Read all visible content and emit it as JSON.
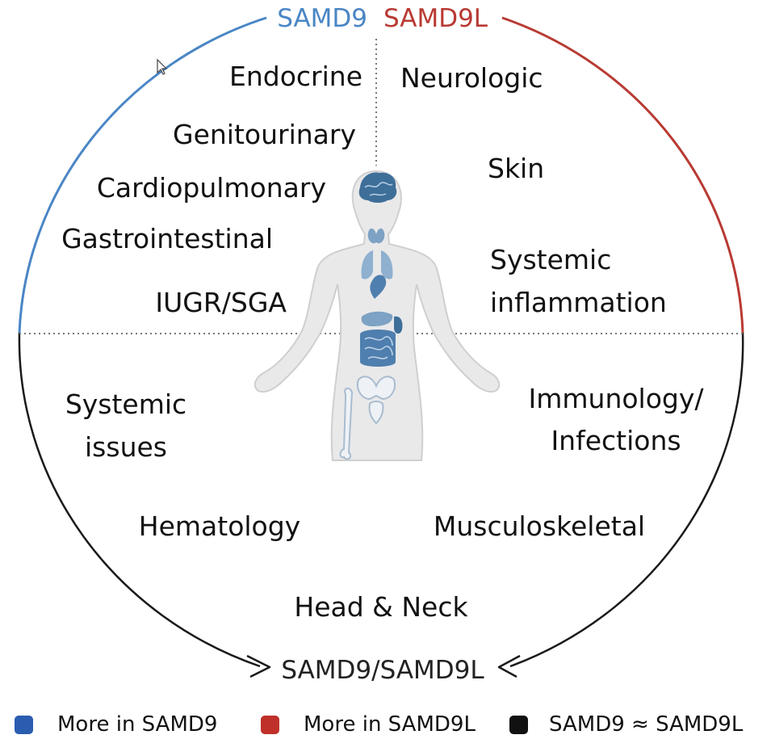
{
  "header": {
    "left_label": "SAMD9",
    "right_label": "SAMD9L"
  },
  "regions": {
    "samd9": [
      "Endocrine",
      "Genitourinary",
      "Cardiopulmonary",
      "Gastrointestinal",
      "IUGR/SGA"
    ],
    "samd9l": [
      "Neurologic",
      "Skin",
      "Systemic",
      "inflammation"
    ],
    "shared": [
      "Systemic",
      "issues",
      "Immunology/",
      "Infections",
      "Hematology",
      "Musculoskeletal",
      "Head & Neck"
    ]
  },
  "bottom_label": "SAMD9/SAMD9L",
  "legend": [
    {
      "label": "More in SAMD9",
      "color": "#2a5db0"
    },
    {
      "label": "More in SAMD9L",
      "color": "#c0302a"
    },
    {
      "label": "SAMD9 ≈ SAMD9L",
      "color": "#111111"
    }
  ],
  "colors": {
    "samd9": "#4a86c5",
    "samd9l": "#b83a33",
    "shared": "#1a1a1a",
    "divider": "#777777",
    "organ": "#3e6f99",
    "body": "#e9e9ea"
  },
  "icons": {
    "figure": "human-body-organs-icon",
    "cursor": "mouse-cursor-icon"
  }
}
